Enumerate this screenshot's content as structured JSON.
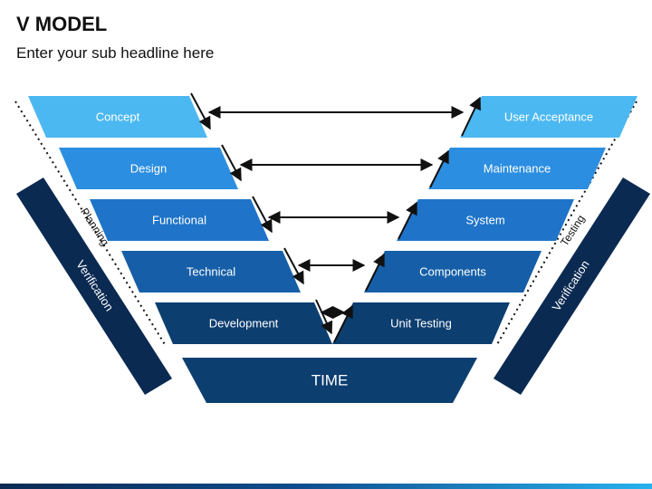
{
  "slide": {
    "title": "V MODEL",
    "subtitle": "Enter your sub headline here"
  },
  "left_stages": [
    {
      "label": "Concept",
      "color": "#4cb8f2"
    },
    {
      "label": "Design",
      "color": "#2c8ee0"
    },
    {
      "label": "Functional",
      "color": "#1f74c9"
    },
    {
      "label": "Technical",
      "color": "#165fa8"
    },
    {
      "label": "Development",
      "color": "#0d3e70"
    }
  ],
  "right_stages": [
    {
      "label": "User Acceptance",
      "color": "#4cb8f2"
    },
    {
      "label": "Maintenance",
      "color": "#2c8ee0"
    },
    {
      "label": "System",
      "color": "#1f74c9"
    },
    {
      "label": "Components",
      "color": "#165fa8"
    },
    {
      "label": "Unit Testing",
      "color": "#0d3e70"
    }
  ],
  "base": {
    "label": "TIME",
    "color": "#0d3e70"
  },
  "side_labels": {
    "left_phase": "Planning",
    "right_phase": "Testing",
    "left_band": "Verification",
    "right_band": "Verification",
    "band_color": "#0b2a52"
  },
  "text_color": "#ffffff",
  "arrow_color": "#111111"
}
